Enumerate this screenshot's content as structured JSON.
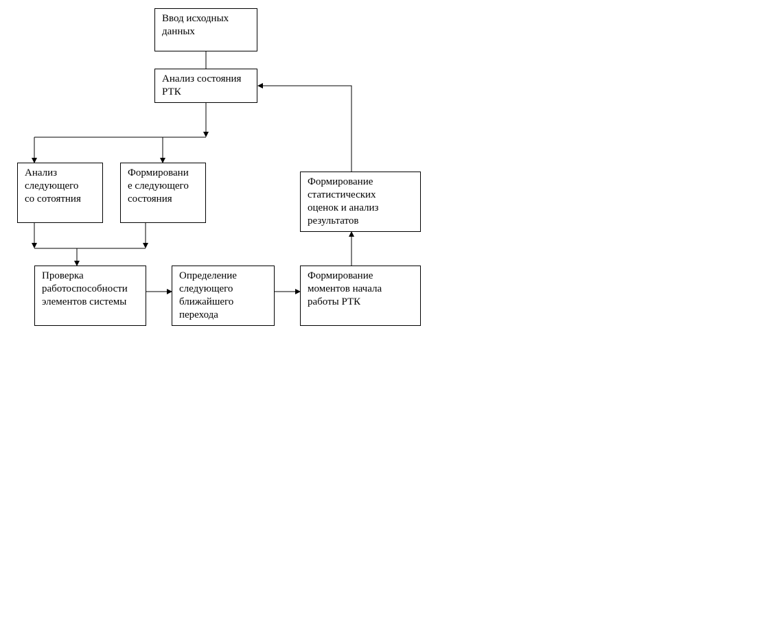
{
  "diagram": {
    "boxes": {
      "input": [
        "Ввод исходных",
        "данных"
      ],
      "analysis_state": [
        "Анализ состояния",
        "РТК"
      ],
      "analysis_next": [
        "Анализ",
        "следующего",
        "со сотоятния"
      ],
      "forming_next": [
        "Формировани",
        "е следующего",
        "состояния"
      ],
      "check": [
        "Проверка",
        "работоспособности",
        "элементов системы"
      ],
      "define_transition": [
        "Определение",
        "следующего",
        "ближайшего",
        "перехода"
      ],
      "forming_moments": [
        "Формирование",
        "моментов начала",
        "работы РТК"
      ],
      "forming_stats": [
        "Формирование",
        "статистических",
        "оценок и анализ",
        "результатов"
      ]
    }
  }
}
